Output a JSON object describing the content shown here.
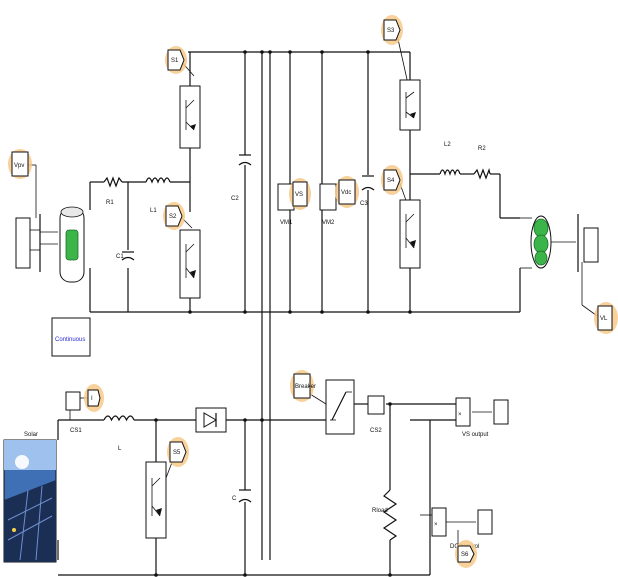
{
  "labels": {
    "powergui": "Continuous",
    "solar": "Solar",
    "switch_tag": "Breaker",
    "cs1": "CS1",
    "cs2": "CS2",
    "l_top": "L1",
    "r_top": "R1",
    "l_bot": "L",
    "c_bot": "C",
    "c1": "C1",
    "c2": "C2",
    "c3": "C3",
    "l2": "L2",
    "r2": "R2",
    "rload": "Rload",
    "display1": "VS output",
    "display2": "DC bus vol",
    "gate_s1": "S1",
    "gate_s2": "S2",
    "gate_s3": "S3",
    "gate_s4": "S4",
    "gate_s5": "S5",
    "gate_s6": "S6",
    "vm1": "VM1",
    "vm2": "VM2",
    "vs_out": "VS",
    "vdc": "Vdc",
    "vload": "VL",
    "iout": "I",
    "vpv": "Vpv"
  },
  "colors": {
    "wire": "#111111",
    "tag_glow": "#f7c98a",
    "powergui_text": "#2a2ad8",
    "source_green": "#3bb54a",
    "sky": "#3f6fb5"
  }
}
